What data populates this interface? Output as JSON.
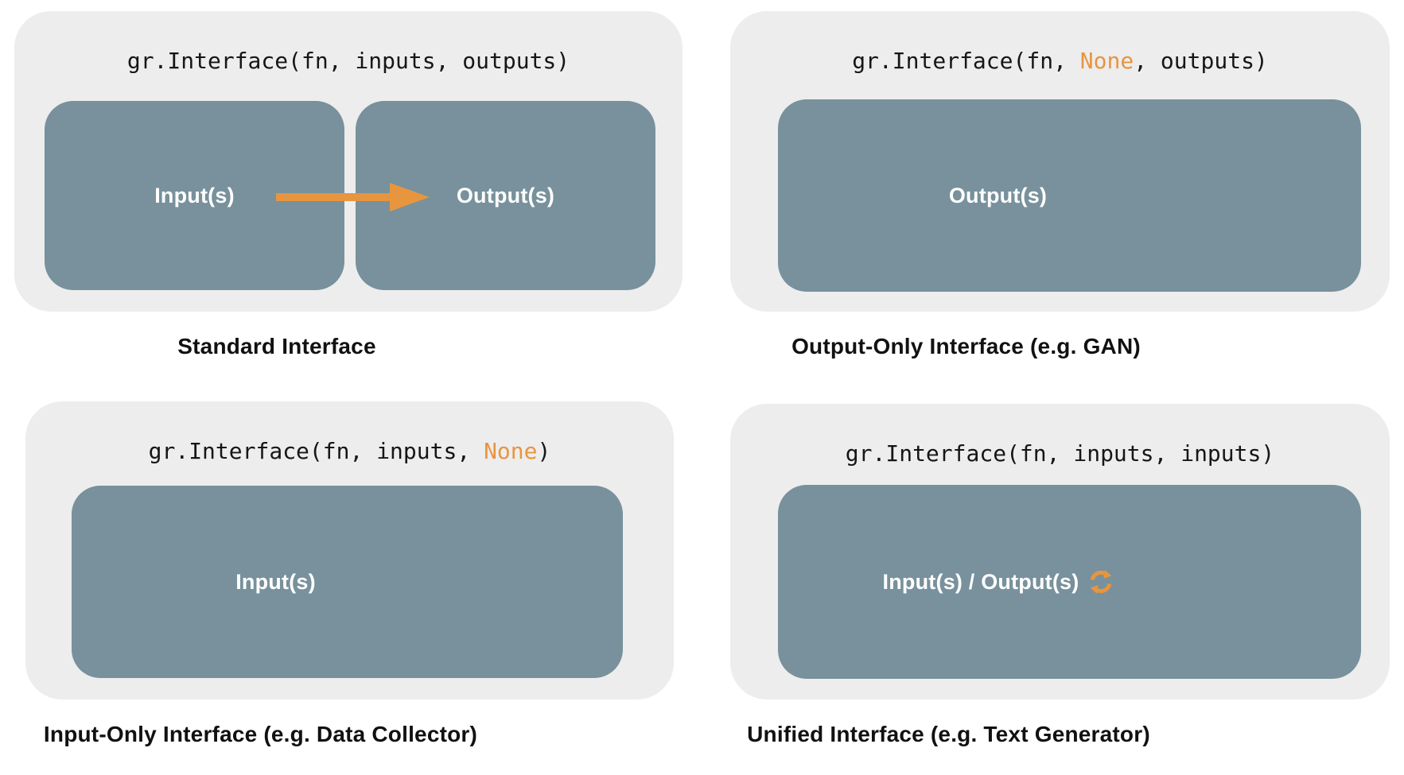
{
  "colors": {
    "card_bg": "#EDEDED",
    "box_bg": "#78919C",
    "accent_orange": "#E8953F",
    "code_text": "#161616",
    "caption_text": "#111111",
    "box_label": "#FFFFFF",
    "page_bg": "#FFFFFF"
  },
  "panels": [
    {
      "id": "standard",
      "code_segments": [
        {
          "text": "gr.Interface(fn, inputs, outputs)"
        }
      ],
      "boxes": [
        {
          "label": "Input(s)"
        },
        {
          "label": "Output(s)"
        }
      ],
      "arrow_icon": "right-arrow-icon",
      "caption": "Standard Interface"
    },
    {
      "id": "output-only",
      "code_segments": [
        {
          "text": "gr.Interface(fn, "
        },
        {
          "text": "None"
        },
        {
          "text": ", outputs)"
        }
      ],
      "boxes": [
        {
          "label": "Output(s)"
        }
      ],
      "caption": "Output-Only Interface (e.g. GAN)"
    },
    {
      "id": "input-only",
      "code_segments": [
        {
          "text": "gr.Interface(fn, inputs, "
        },
        {
          "text": "None"
        },
        {
          "text": ")"
        }
      ],
      "boxes": [
        {
          "label": "Input(s)"
        }
      ],
      "caption": "Input-Only Interface (e.g. Data Collector)"
    },
    {
      "id": "unified",
      "code_segments": [
        {
          "text": "gr.Interface(fn, inputs, inputs)"
        }
      ],
      "boxes": [
        {
          "label": "Input(s) / Output(s)",
          "icon": "sync-icon"
        }
      ],
      "caption": "Unified Interface (e.g. Text Generator)"
    }
  ]
}
